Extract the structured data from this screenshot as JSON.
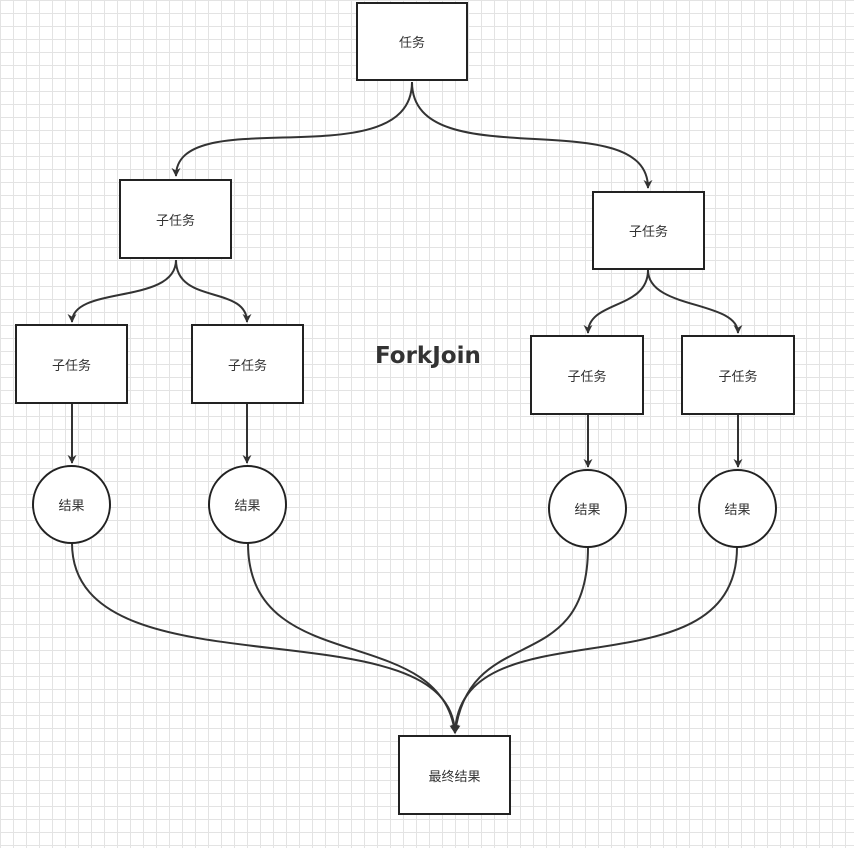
{
  "title": "ForkJoin",
  "nodes": {
    "root": "任务",
    "left_sub": "子任务",
    "right_sub": "子任务",
    "left_left_sub": "子任务",
    "left_right_sub": "子任务",
    "right_left_sub": "子任务",
    "right_right_sub": "子任务",
    "result_1": "结果",
    "result_2": "结果",
    "result_3": "结果",
    "result_4": "结果",
    "final": "最终结果"
  },
  "colors": {
    "stroke": "#333333",
    "grid": "#e3e3e3"
  }
}
